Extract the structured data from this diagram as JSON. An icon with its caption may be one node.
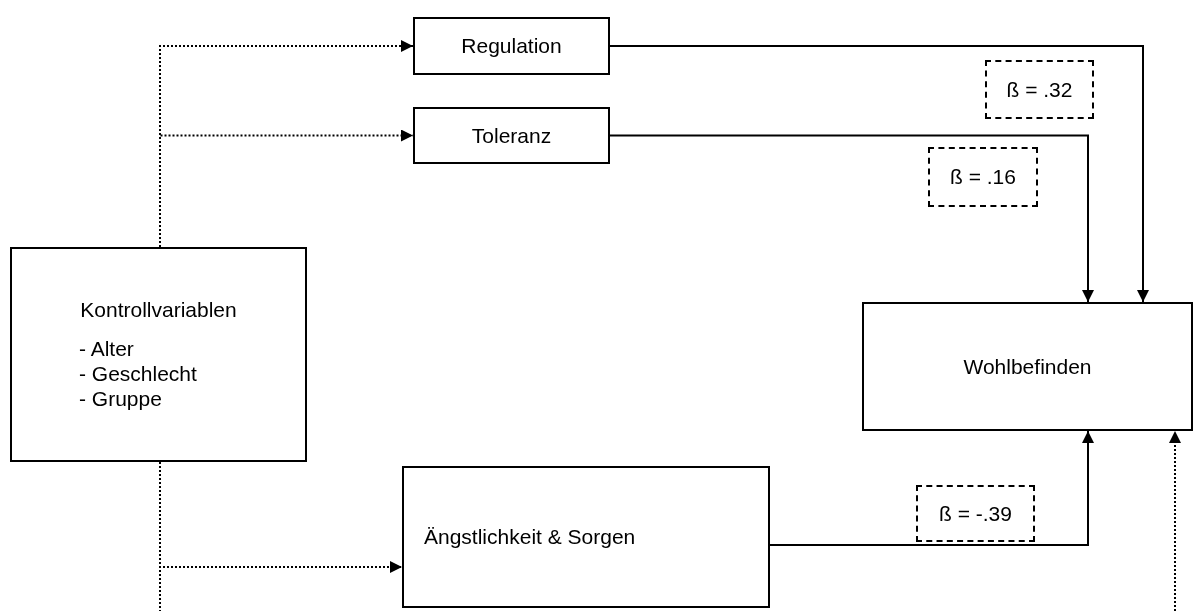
{
  "diagram": {
    "nodes": [
      {
        "text": [
          "Regulation"
        ]
      },
      {
        "text": [
          "Toleranz"
        ]
      },
      {
        "text": [
          "Kontrollvariablen",
          "- Alter",
          "- Geschlecht",
          "- Gruppe"
        ]
      },
      {
        "text": [
          "Wohlbefinden"
        ]
      },
      {
        "text": [
          "Ängstlichkeit & Sorgen"
        ]
      }
    ],
    "edges": [
      {
        "from": 0,
        "to": 3,
        "arrow": "to",
        "label": "ß = .32"
      },
      {
        "from": 1,
        "to": 3,
        "arrow": "to",
        "label": "ß = .16"
      },
      {
        "from": 4,
        "to": 3,
        "arrow": "to",
        "label": "ß = -.39"
      },
      {
        "from": 2,
        "to": 0,
        "arrow": "to",
        "style": "dashed"
      },
      {
        "from": 2,
        "to": 1,
        "arrow": "to",
        "style": "dashed"
      },
      {
        "from": 2,
        "to": 4,
        "arrow": "to",
        "style": "dashed"
      },
      {
        "from": 2,
        "to": null,
        "arrow": "none",
        "style": "dashed"
      },
      {
        "from": null,
        "to": 3,
        "arrow": "to",
        "style": "dashed"
      }
    ]
  }
}
